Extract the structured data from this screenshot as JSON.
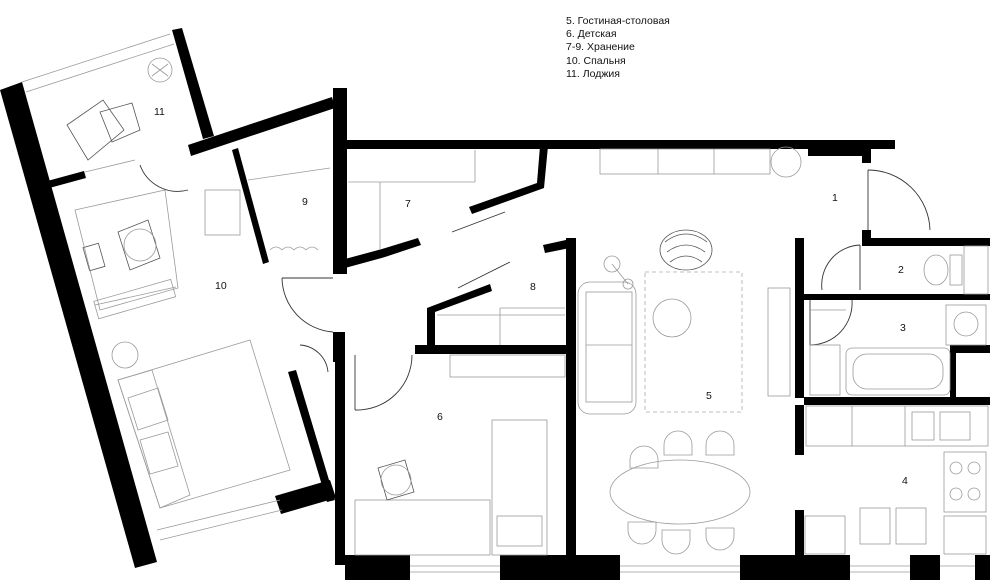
{
  "legend": {
    "items": [
      "5. Гостиная-столовая",
      "6. Детская",
      "7-9. Хранение",
      "10. Спальня",
      "11. Лоджия"
    ]
  },
  "rooms": {
    "r1": "1",
    "r2": "2",
    "r3": "3",
    "r4": "4",
    "r5": "5",
    "r6": "6",
    "r7": "7",
    "r8": "8",
    "r9": "9",
    "r10": "10",
    "r11": "11"
  }
}
